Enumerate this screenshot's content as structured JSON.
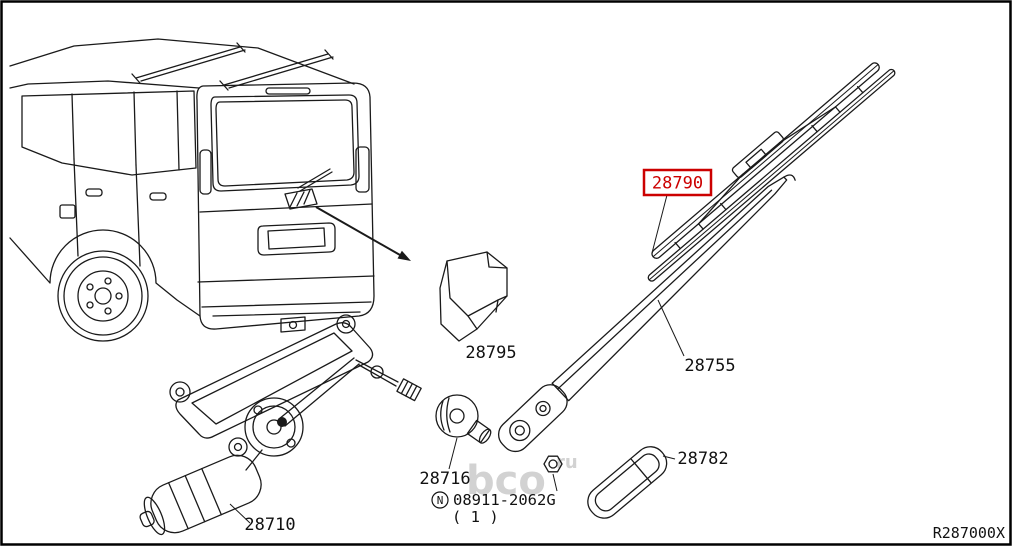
{
  "diagram": {
    "highlight_color": "#cc0000",
    "line_color": "#1a1a1a",
    "drawing_ref": "R287000X",
    "watermark": {
      "text": "bco",
      "suffix": "ru"
    },
    "parts": {
      "wiper_blade": "28790",
      "pivot_cover": "28795",
      "wiper_arm": "28755",
      "arm_cap": "28782",
      "pivot_grommet": "28716",
      "wiper_motor": "28710",
      "nut_symbol": "N",
      "nut_part_number": "08911-2062G",
      "nut_quantity": "( 1 )"
    }
  }
}
